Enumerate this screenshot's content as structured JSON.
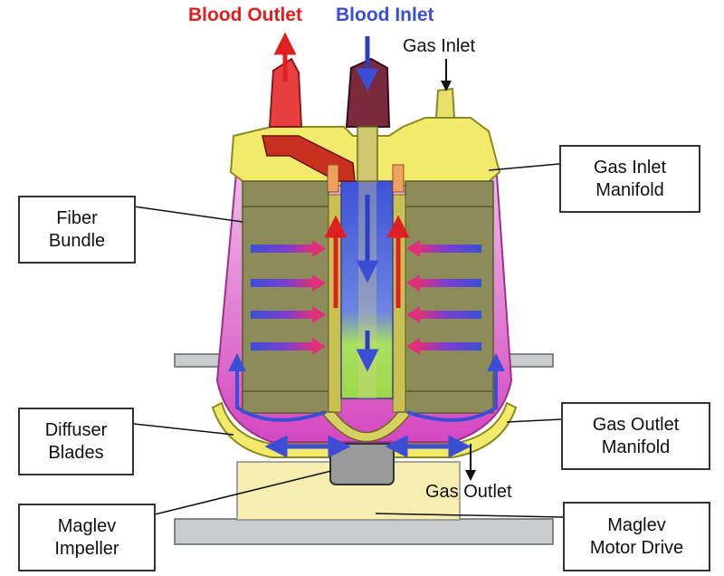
{
  "headings": {
    "blood_outlet": "Blood Outlet",
    "blood_inlet": "Blood Inlet",
    "gas_inlet": "Gas Inlet",
    "gas_outlet": "Gas Outlet"
  },
  "labels": {
    "fiber_bundle": [
      "Fiber",
      "Bundle"
    ],
    "gas_inlet_manifold": [
      "Gas Inlet",
      "Manifold"
    ],
    "diffuser_blades": [
      "Diffuser",
      "Blades"
    ],
    "gas_outlet_manifold": [
      "Gas Outlet",
      "Manifold"
    ],
    "maglev_impeller": [
      "Maglev",
      "Impeller"
    ],
    "maglev_motor_drive": [
      "Maglev",
      "Motor Drive"
    ]
  },
  "colors": {
    "blood_outlet": "#e02020",
    "blood_inlet": "#3a4fd6",
    "fiber": "#8c8c5a",
    "housing_yellow": "#f2ea6a",
    "housing_pink": "#d84fc4",
    "core_green": "#b4e060"
  }
}
